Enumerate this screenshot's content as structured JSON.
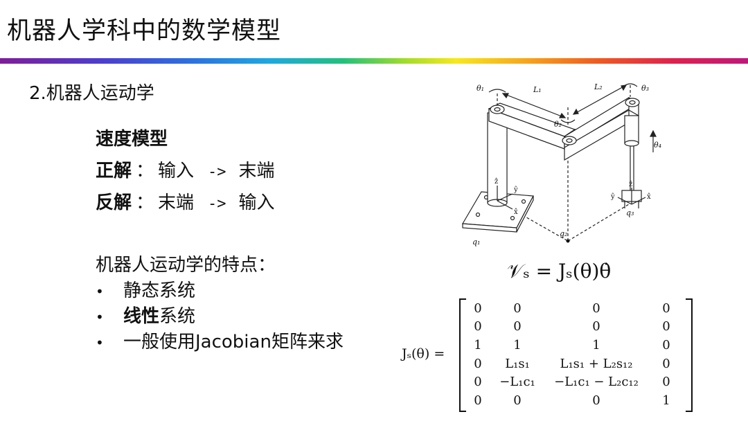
{
  "header": {
    "title": "机器人学科中的数学模型"
  },
  "section": {
    "heading": "2.机器人运动学"
  },
  "velocity_model": {
    "title": "速度模型",
    "forward": {
      "label": "正解",
      "sep": "：",
      "from": "输入",
      "arrow": "->",
      "to": "末端"
    },
    "inverse": {
      "label": "反解",
      "sep": "：",
      "from": "末端",
      "arrow": "->",
      "to": "输入"
    }
  },
  "features": {
    "title": "机器人运动学的特点：",
    "items": [
      {
        "bullet": "•",
        "bold": "",
        "text": "静态系统"
      },
      {
        "bullet": "•",
        "bold": "线性",
        "text": "系统"
      },
      {
        "bullet": "•",
        "bold": "",
        "text": "一般使用Jacobian矩阵来求"
      }
    ]
  },
  "equation_main": "𝒱ₛ = Jₛ(θ)θ̇",
  "jacobian": {
    "lhs": "Jₛ(θ) =",
    "rows": [
      [
        "0",
        "0",
        "0",
        "0"
      ],
      [
        "0",
        "0",
        "0",
        "0"
      ],
      [
        "1",
        "1",
        "1",
        "0"
      ],
      [
        "0",
        "L₁s₁",
        "L₁s₁ + L₂s₁₂",
        "0"
      ],
      [
        "0",
        "−L₁c₁",
        "−L₁c₁ − L₂c₁₂",
        "0"
      ],
      [
        "0",
        "0",
        "0",
        "1"
      ]
    ]
  },
  "diagram_labels": {
    "theta1": "θ₁",
    "theta2": "θ₂",
    "theta3": "θ₃",
    "theta4": "θ₄",
    "L1": "L₁",
    "L2": "L₂",
    "q1": "q₁",
    "q2": "q₂",
    "q3": "q₃",
    "z_hat": "ẑ",
    "y_hat": "ŷ",
    "x_hat": "x̂"
  },
  "colors": {
    "accent_start": "#7f1d9a",
    "accent_end": "#c0177c"
  }
}
